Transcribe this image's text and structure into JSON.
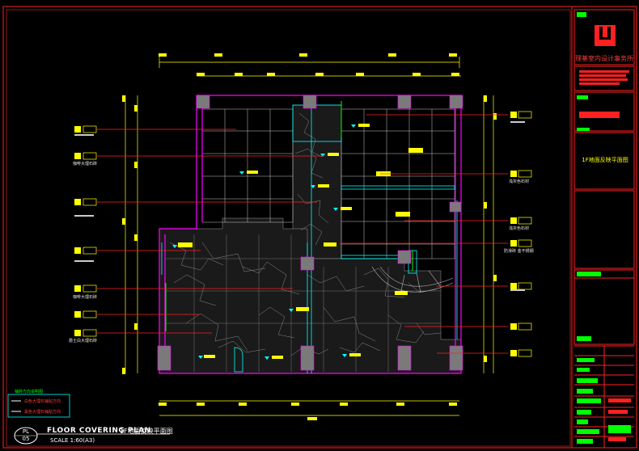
{
  "firm": {
    "name": "理基室内设计事务所"
  },
  "drawing": {
    "title_en": "FLOOR COVERING PLAN",
    "title_cn": "1F地面反映平面图",
    "scale": "SCALE  1:60(A3)",
    "sheet_code": "PL",
    "sheet_number": "05",
    "sheet_name": "1F地面反映平面图"
  },
  "legend": {
    "title": "铺砖方向说明图",
    "items": [
      "白色大理石铺贴方向",
      "黑色大理石铺贴方向"
    ]
  },
  "left_notes": [
    "咖啡大理石砖",
    "咖啡大理石砖",
    "爵士白大理石砖"
  ],
  "right_notes": [
    "浅灰色石材",
    "浅灰色石材",
    "防滑砖 金不锈钢"
  ],
  "colors": {
    "background": "#000000",
    "frame": "#ff2020",
    "wall": "#ff00ff",
    "dim": "#ffff00",
    "leader": "#ff2020",
    "grid": "#c8c8c8",
    "accent": "#00ffff",
    "tile": "#00ff00"
  }
}
